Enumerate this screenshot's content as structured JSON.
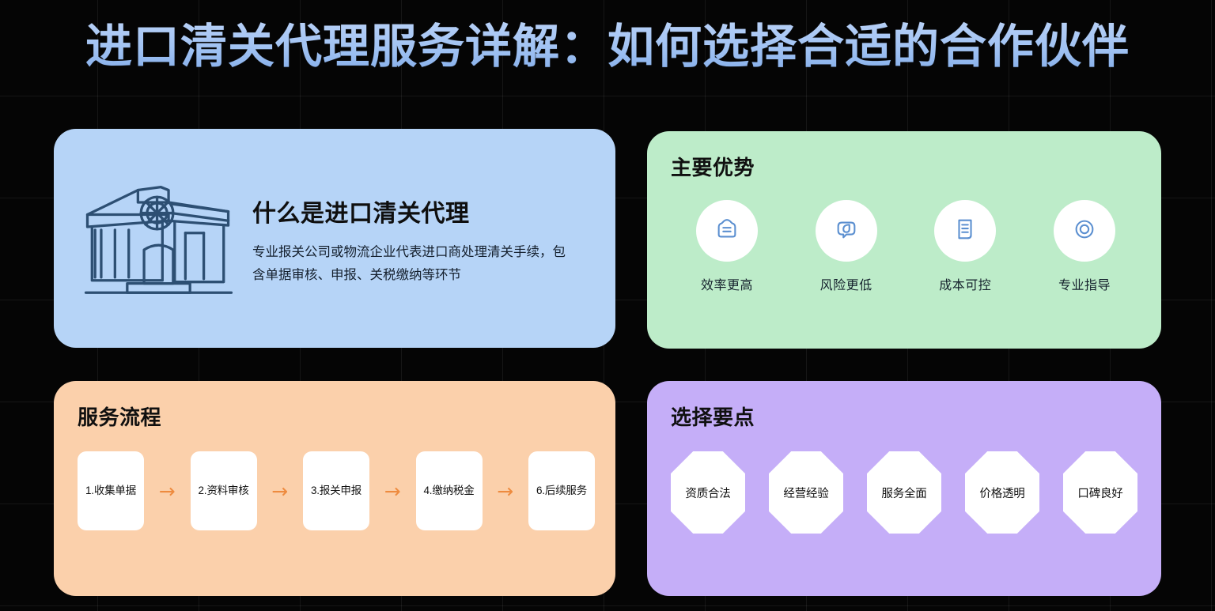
{
  "title": "进口清关代理服务详解：如何选择合适的合作伙伴",
  "colors": {
    "background": "#050505",
    "title_text": "#aecdf5",
    "card_blue": "#b6d4f7",
    "card_green": "#bdecc9",
    "card_orange": "#fbd0ab",
    "card_purple": "#c5aef8",
    "icon_blue": "#5b8fd0",
    "arrow_orange": "#ee8b3f",
    "chip_white": "#ffffff"
  },
  "cards": {
    "what": {
      "icon": "customs-building-icon",
      "heading": "什么是进口清关代理",
      "description": "专业报关公司或物流企业代表进口商处理清关手续，包含单据审核、申报、关税缴纳等环节"
    },
    "advantages": {
      "title": "主要优势",
      "items": [
        {
          "icon": "envelope-document-icon",
          "label": "效率更高"
        },
        {
          "icon": "shield-check-icon",
          "label": "风险更低"
        },
        {
          "icon": "document-lines-icon",
          "label": "成本可控"
        },
        {
          "icon": "target-circle-icon",
          "label": "专业指导"
        }
      ]
    },
    "process": {
      "title": "服务流程",
      "arrow": "→",
      "steps": [
        {
          "label": "1.收集单据"
        },
        {
          "label": "2.资料审核"
        },
        {
          "label": "3.报关申报"
        },
        {
          "label": "4.缴纳税金"
        },
        {
          "label": "6.后续服务"
        }
      ]
    },
    "selection": {
      "title": "选择要点",
      "items": [
        {
          "label": "资质合法"
        },
        {
          "label": "经营经验"
        },
        {
          "label": "服务全面"
        },
        {
          "label": "价格透明"
        },
        {
          "label": "口碑良好"
        }
      ]
    }
  }
}
